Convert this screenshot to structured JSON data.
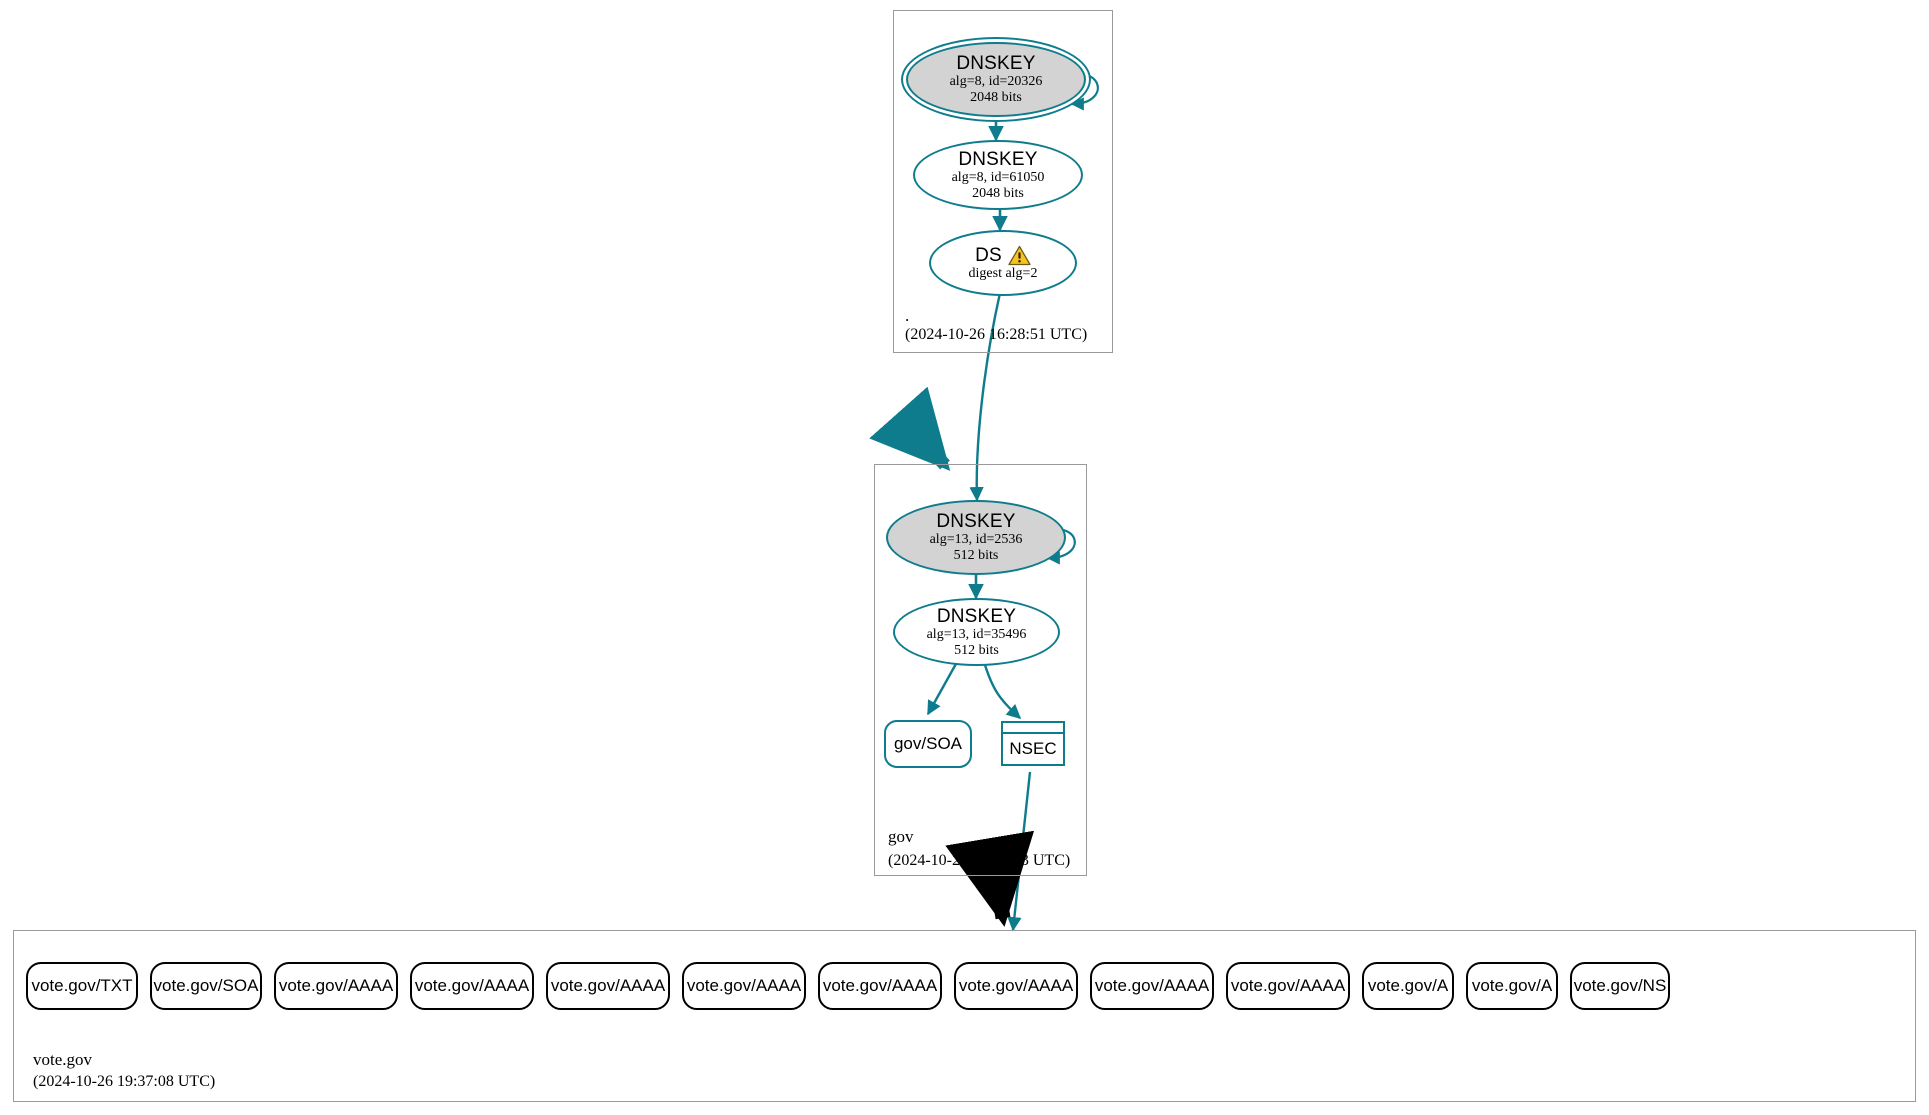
{
  "diagram": {
    "type": "dnssec-authentication-chain",
    "title": "DNSSEC authentication chain for vote.gov",
    "colors": {
      "secure": "#0e7c8c",
      "insecure": "#000000",
      "key_fill": "#d3d3d3",
      "zone_border": "#9a9a9a",
      "warning": "#f5c518"
    }
  },
  "zones": [
    {
      "id": "root",
      "name": ".",
      "timestamp": "(2024-10-26 16:28:51 UTC)",
      "nodes": [
        {
          "id": "root-ksk",
          "kind": "DNSKEY",
          "title": "DNSKEY",
          "line2": "alg=8, id=20326",
          "line3": "2048 bits",
          "role": "ksk",
          "double_ellipse": true,
          "filled": true,
          "self_signed": true
        },
        {
          "id": "root-zsk",
          "kind": "DNSKEY",
          "title": "DNSKEY",
          "line2": "alg=8, id=61050",
          "line3": "2048 bits",
          "role": "zsk",
          "double_ellipse": false,
          "filled": false,
          "self_signed": false
        },
        {
          "id": "root-ds",
          "kind": "DS",
          "title": "DS",
          "line2": "digest alg=2",
          "line3": "",
          "warning": true,
          "warning_icon": "warning-triangle-icon"
        }
      ]
    },
    {
      "id": "gov",
      "name": "gov",
      "timestamp": "(2024-10-26 17:06:13 UTC)",
      "nodes": [
        {
          "id": "gov-ksk",
          "kind": "DNSKEY",
          "title": "DNSKEY",
          "line2": "alg=13, id=2536",
          "line3": "512 bits",
          "role": "ksk",
          "double_ellipse": false,
          "filled": true,
          "self_signed": true
        },
        {
          "id": "gov-zsk",
          "kind": "DNSKEY",
          "title": "DNSKEY",
          "line2": "alg=13, id=35496",
          "line3": "512 bits",
          "role": "zsk",
          "double_ellipse": false,
          "filled": false,
          "self_signed": false
        },
        {
          "id": "gov-soa",
          "kind": "RRset",
          "title": "gov/SOA"
        },
        {
          "id": "gov-nsec",
          "kind": "NSEC",
          "title": "NSEC"
        }
      ]
    },
    {
      "id": "vote-gov",
      "name": "vote.gov",
      "timestamp": "(2024-10-26 19:37:08 UTC)",
      "records": [
        {
          "id": "r1",
          "label": "vote.gov/TXT"
        },
        {
          "id": "r2",
          "label": "vote.gov/SOA"
        },
        {
          "id": "r3",
          "label": "vote.gov/AAAA"
        },
        {
          "id": "r4",
          "label": "vote.gov/AAAA"
        },
        {
          "id": "r5",
          "label": "vote.gov/AAAA"
        },
        {
          "id": "r6",
          "label": "vote.gov/AAAA"
        },
        {
          "id": "r7",
          "label": "vote.gov/AAAA"
        },
        {
          "id": "r8",
          "label": "vote.gov/AAAA"
        },
        {
          "id": "r9",
          "label": "vote.gov/AAAA"
        },
        {
          "id": "r10",
          "label": "vote.gov/AAAA"
        },
        {
          "id": "r11",
          "label": "vote.gov/A"
        },
        {
          "id": "r12",
          "label": "vote.gov/A"
        },
        {
          "id": "r13",
          "label": "vote.gov/NS"
        }
      ]
    }
  ]
}
